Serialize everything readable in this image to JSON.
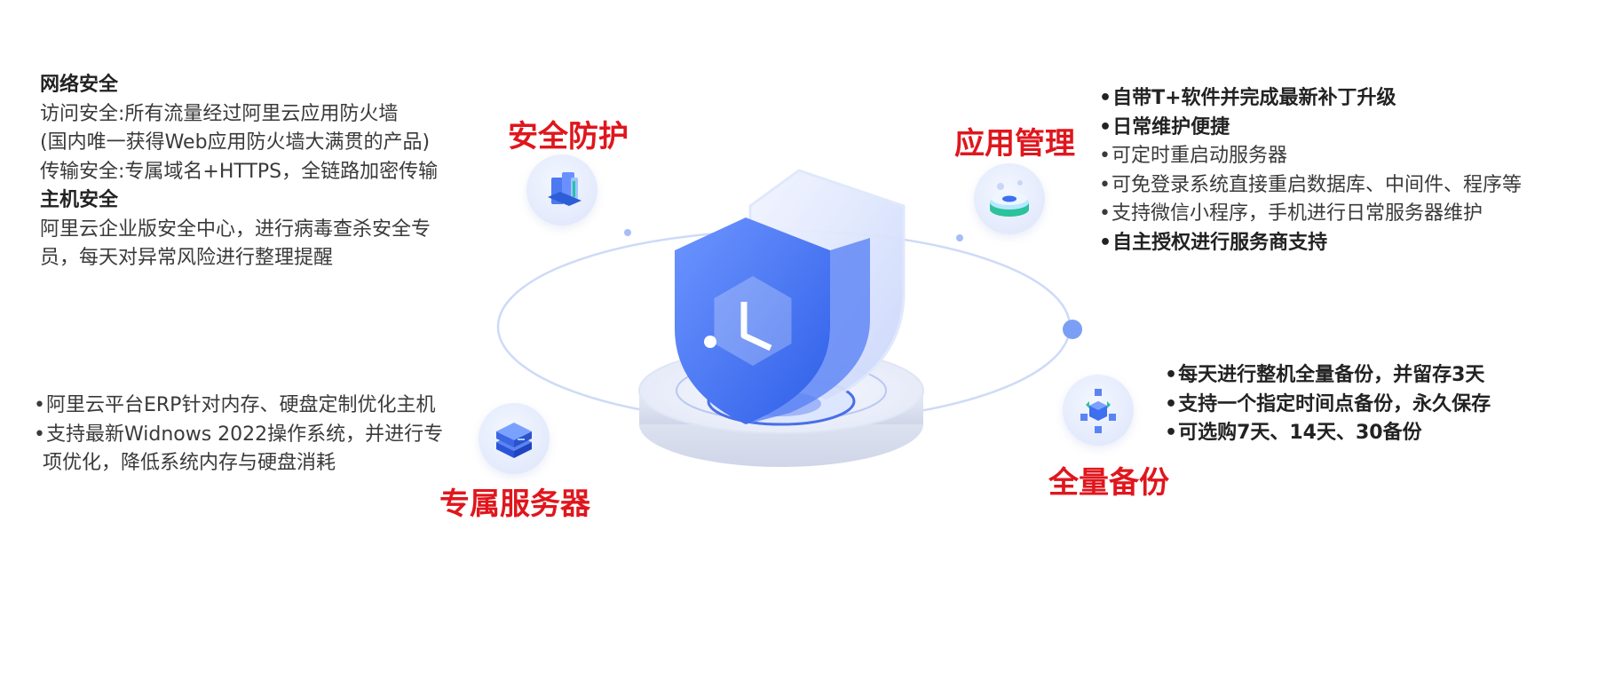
{
  "colors": {
    "accent_red": "#e0161d",
    "accent_blue": "#3d6ff0"
  },
  "center": {
    "icon": "shield-clock-icon"
  },
  "security": {
    "title": "安全防护",
    "icon": "firewall-icon",
    "lines": [
      {
        "text": "网络安全",
        "bold": true
      },
      {
        "text": "访问安全:所有流量经过阿里云应用防火墙",
        "bold": false
      },
      {
        "text": "(国内唯一获得Web应用防火墙大满贯的产品)",
        "bold": false
      },
      {
        "text": "传输安全:专属域名+HTTPS，全链路加密传输",
        "bold": false
      },
      {
        "text": "主机安全",
        "bold": true
      },
      {
        "text": "阿里云企业版安全中心，进行病毒查杀安全专",
        "bold": false
      },
      {
        "text": "员，每天对异常风险进行整理提醒",
        "bold": false
      }
    ]
  },
  "server": {
    "title": "专属服务器",
    "icon": "server-icon",
    "lines": [
      "阿里云平台ERP针对内存、硬盘定制优化主机",
      "支持最新Widnows 2022操作系统，并进行专",
      "项优化，降低系统内存与硬盘消耗"
    ]
  },
  "app": {
    "title": "应用管理",
    "icon": "app-database-icon",
    "lines": [
      {
        "text": "自带T+软件并完成最新补丁升级",
        "bold": true
      },
      {
        "text": "日常维护便捷",
        "bold": true
      },
      {
        "text": "可定时重启动服务器",
        "bold": false
      },
      {
        "text": "可免登录系统直接重启数据库、中间件、程序等",
        "bold": false
      },
      {
        "text": "支持微信小程序，手机进行日常服务器维护",
        "bold": false
      },
      {
        "text": "自主授权进行服务商支持",
        "bold": true
      }
    ]
  },
  "backup": {
    "title": "全量备份",
    "icon": "backup-cubes-icon",
    "lines": [
      "每天进行整机全量备份，并留存3天",
      "支持一个指定时间点备份，永久保存",
      "可选购7天、14天、30备份"
    ]
  }
}
